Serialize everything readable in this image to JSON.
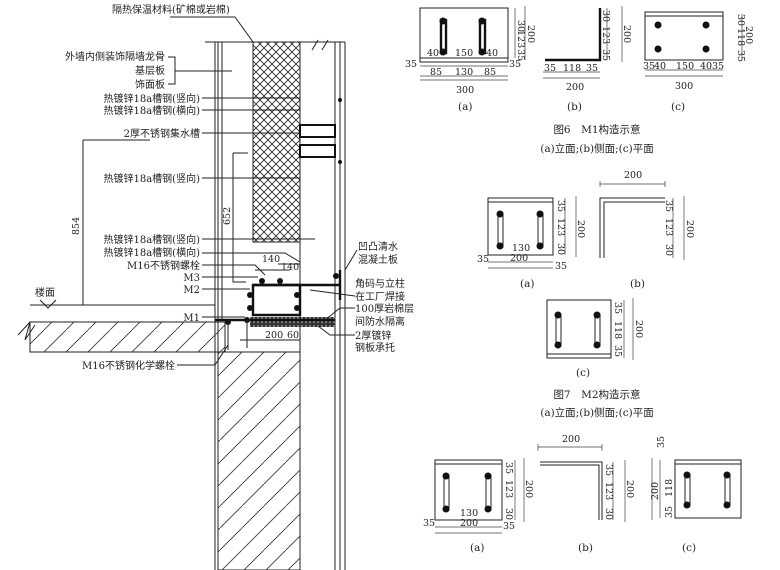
{
  "section": {
    "insulation_label": "隔热保温材料(矿棉或岩棉)",
    "left_labels": [
      "外墙内侧装饰隔墙龙骨",
      "基层板",
      "饰面板",
      "热镀锌18a槽钢(竖向)",
      "热镀锌18a槽钢(横向)",
      "2厚不锈钢集水槽",
      "热镀锌18a槽钢(竖向)",
      "热镀锌18a槽钢(竖向)",
      "热镀锌18a槽钢(横向)",
      "M16不锈钢螺栓",
      "M3",
      "M2",
      "M1",
      "M16不锈钢化学螺栓"
    ],
    "floor_label": "楼面",
    "right_labels": [
      "凹凸清水",
      "混凝土板",
      "角码与立柱",
      "在工厂焊接",
      "100厚岩棉层",
      "间防水隔离",
      "2厚镀锌",
      "钢板承托"
    ],
    "dims": [
      "854",
      "652",
      "140",
      "140",
      "200",
      "60"
    ]
  },
  "fig6": {
    "a": [
      "40",
      "150",
      "40",
      "35",
      "35",
      "85",
      "130",
      "85",
      "300",
      "30",
      "123",
      "35",
      "200"
    ],
    "b": [
      "35",
      "118",
      "35",
      "200",
      "30",
      "123",
      "35",
      "200"
    ],
    "c": [
      "35",
      "40",
      "150",
      "40",
      "35",
      "300",
      "30",
      "118",
      "35",
      "200"
    ],
    "sub": [
      "(a)",
      "(b)",
      "(c)"
    ],
    "caption": "图6　M1构造示意",
    "subcaption": "(a)立面;(b)侧面;(c)平面"
  },
  "fig7": {
    "a": [
      "130",
      "35",
      "200",
      "35",
      "35",
      "123",
      "30",
      "200"
    ],
    "b": [
      "200",
      "35",
      "123",
      "30",
      "200"
    ],
    "c": [
      "35",
      "118",
      "35",
      "200"
    ],
    "sub": [
      "(a)",
      "(b)",
      "(c)"
    ],
    "caption": "图7　M2构造示意",
    "subcaption": "(a)立面;(b)侧面;(c)平面"
  },
  "fig8": {
    "a": [
      "130",
      "35",
      "200",
      "35",
      "35",
      "123",
      "30",
      "200"
    ],
    "b": [
      "200",
      "35",
      "123",
      "30",
      "200"
    ],
    "c": [
      "35",
      "118",
      "35",
      "200"
    ],
    "sub": [
      "(a)",
      "(b)",
      "(c)"
    ]
  }
}
